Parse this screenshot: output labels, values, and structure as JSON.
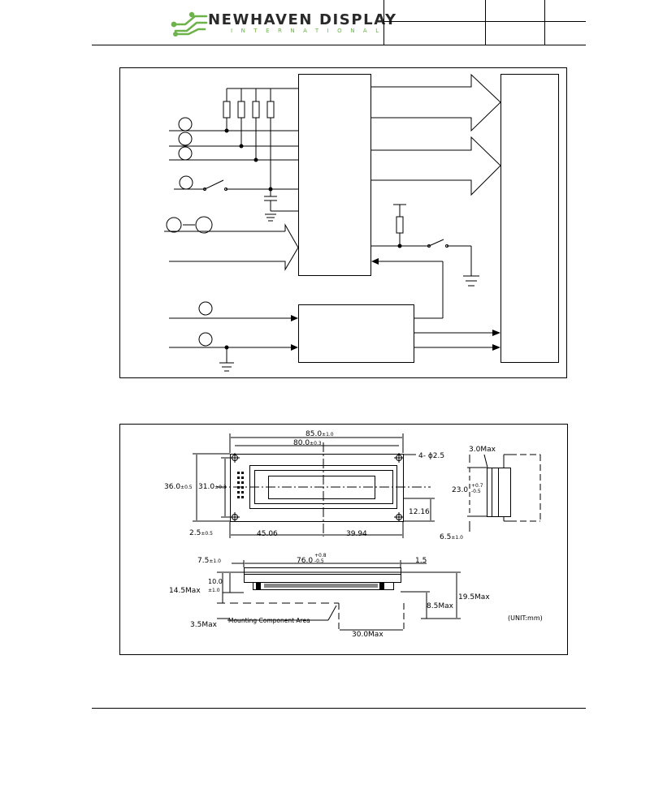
{
  "header": {
    "company_name": "NEWHAVEN DISPLAY",
    "company_sub": "INTERNATIONAL"
  },
  "colors": {
    "logo_green": "#6db24a",
    "logo_text": "#2a2a2a",
    "line": "#000000"
  },
  "dimension_drawing": {
    "dims": {
      "overall_width": "85.0",
      "overall_width_tol": "±1.0",
      "hole_pitch": "80.0",
      "hole_pitch_tol": "±0.3",
      "hole_spec": "4- ϕ2.5",
      "overall_height": "36.0",
      "overall_height_tol": "±0.5",
      "hole_pitch_v": "31.0",
      "hole_pitch_v_tol": "±0.3",
      "edge_offset": "2.5",
      "edge_offset_tol": "±0.5",
      "left_to_center": "45.06",
      "center_to_right": "39.94",
      "window_offset": "12.16",
      "side_thickness": "3.0Max",
      "side_height": "23.0",
      "side_height_tol_plus": "+0.7",
      "side_height_tol_minus": "-0.5",
      "side_bottom": "6.5",
      "side_bottom_tol": "±1.0",
      "front_left": "7.5",
      "front_left_tol": "±1.0",
      "front_width": "76.0",
      "front_width_tol_plus": "+0.8",
      "front_width_tol_minus": "-0.5",
      "front_right": "1.5",
      "front_total": "14.5Max",
      "front_thickness": "10.0",
      "front_thickness_tol": "±1.0",
      "front_overall": "19.5Max",
      "mount_depth": "8.5Max",
      "bottom_left": "3.5Max",
      "component_area": "Mounting Component Area",
      "component_width": "30.0Max",
      "unit": "(UNIT:mm)"
    }
  }
}
